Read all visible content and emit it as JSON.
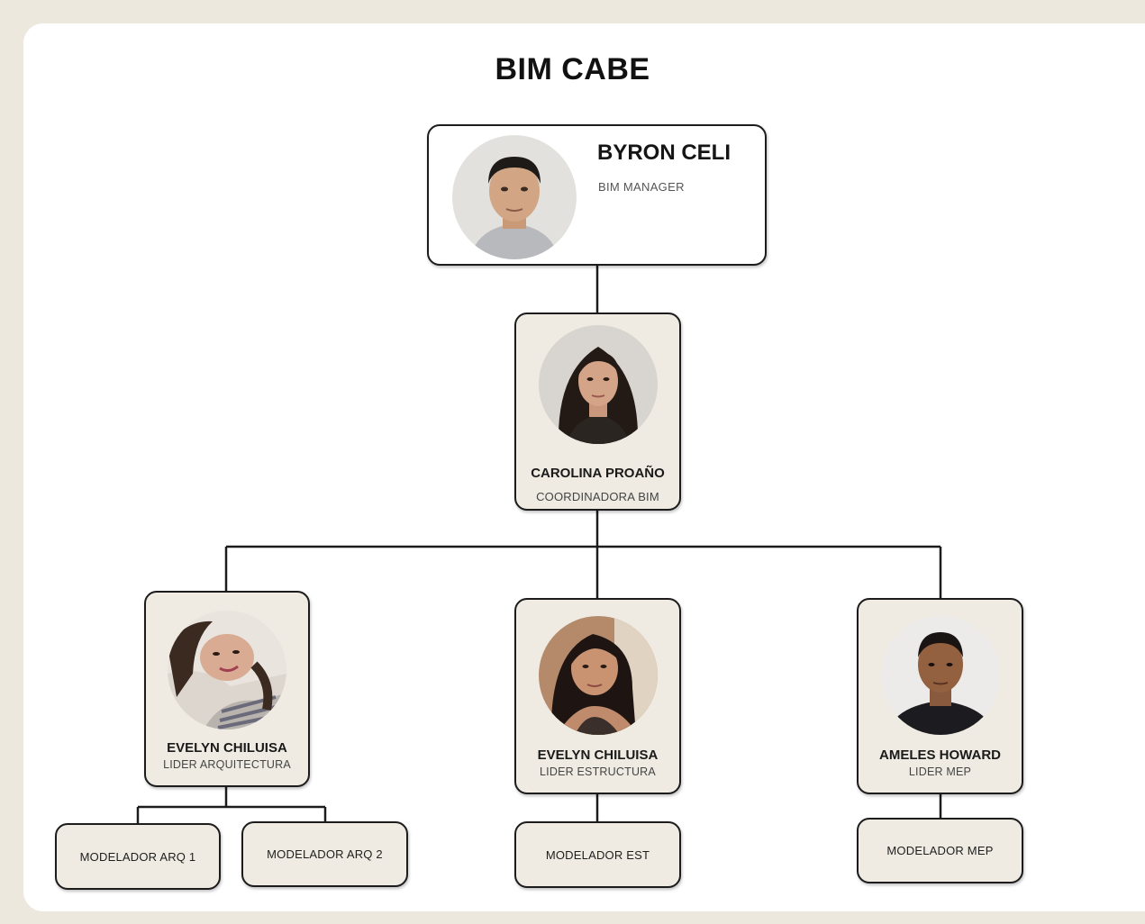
{
  "title": "BIM CABE",
  "manager": {
    "name": "BYRON CELI",
    "role": "BIM MANAGER"
  },
  "coordinator": {
    "name": "CAROLINA PROAÑO",
    "role": "COORDINADORA BIM"
  },
  "leads": [
    {
      "name": "EVELYN CHILUISA",
      "role": "LIDER ARQUITECTURA"
    },
    {
      "name": "EVELYN CHILUISA",
      "role": "LIDER ESTRUCTURA"
    },
    {
      "name": "AMELES HOWARD",
      "role": "LIDER MEP"
    }
  ],
  "modelers": [
    {
      "label": "MODELADOR ARQ 1"
    },
    {
      "label": "MODELADOR ARQ 2"
    },
    {
      "label": "MODELADOR EST"
    },
    {
      "label": "MODELADOR MEP"
    }
  ],
  "colors": {
    "background": "#ede8de",
    "card": "#efebe2",
    "border": "#1c1c1c"
  }
}
